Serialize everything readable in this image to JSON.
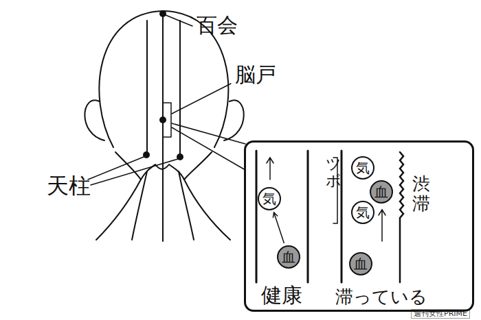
{
  "diagram": {
    "nodes": [
      {
        "text": [
          "健康",
          "ツボ",
          "渋滞",
          "滞っている"
        ]
      },
      {
        "text": [
          "気"
        ],
        "in": 0
      },
      {
        "text": [
          "血"
        ],
        "in": 0
      },
      {
        "text": [
          "気"
        ],
        "in": 0
      },
      {
        "text": [
          "血"
        ],
        "in": 0
      },
      {
        "text": [
          "気"
        ],
        "in": 0
      },
      {
        "text": [
          "血"
        ],
        "in": 0
      }
    ],
    "edges": [
      {
        "from": 2,
        "to": 1,
        "arrow": "to"
      }
    ],
    "labels": [
      "百会",
      "脳戸",
      "天柱",
      "週刊女性PRIME"
    ]
  }
}
